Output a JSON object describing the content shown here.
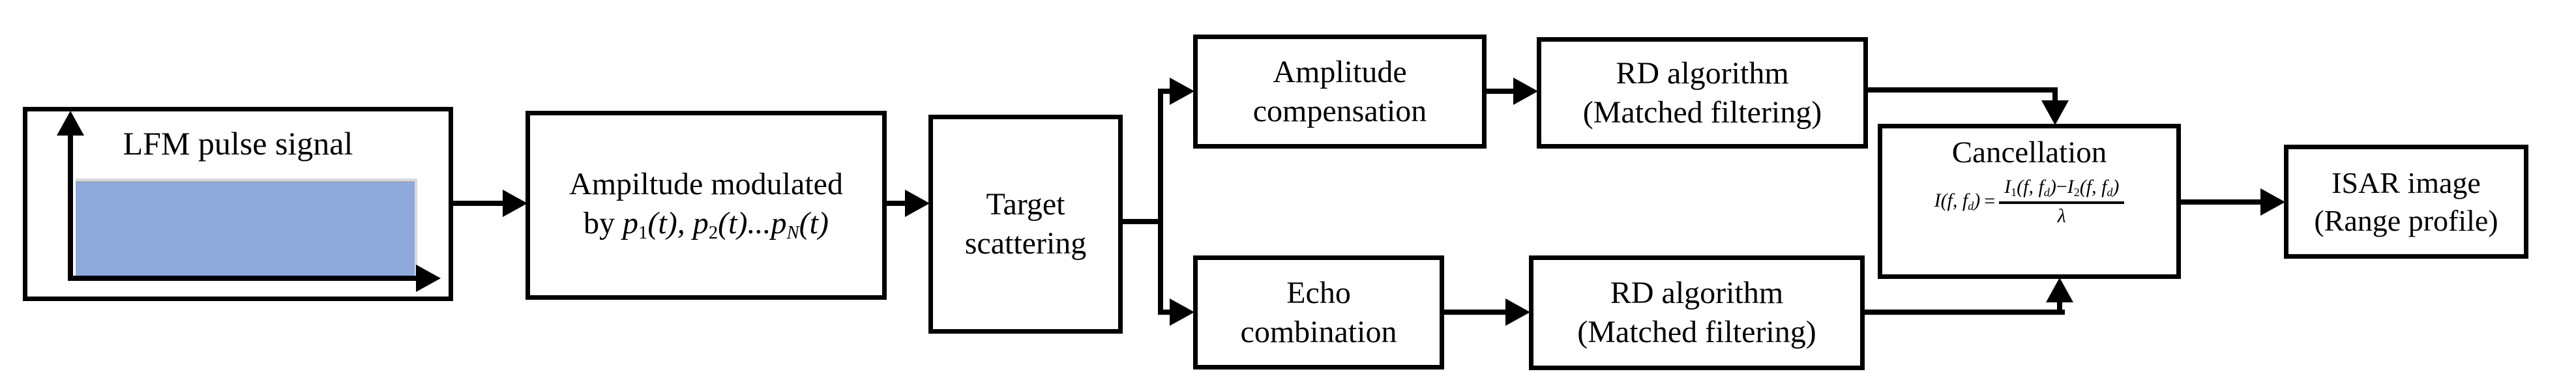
{
  "colors": {
    "background": "#FFFFFF",
    "line": "#000000",
    "pulse_fill": "#8EA9DB",
    "pulse_edge": "#D9D9D9"
  },
  "boxes": {
    "lfm": {
      "label": "LFM pulse signal"
    },
    "ampmod": {
      "line1": "Ampiltude modulated",
      "tokens": {
        "m0": "by ",
        "mp": "p",
        "m1s": "1",
        "mt1": "(t), ",
        "m2s": "2",
        "mt2": "(t)...",
        "mNs": "N",
        "mt3": "(t)"
      }
    },
    "target": {
      "line1": "Target",
      "line2": "scattering"
    },
    "ampcomp": {
      "line1": "Amplitude",
      "line2": "compensation"
    },
    "rdtop": {
      "line1": "RD algorithm",
      "line2": "(Matched filtering)"
    },
    "echo": {
      "line1": "Echo",
      "line2": "combination"
    },
    "rdbottom": {
      "line1": "RD algorithm",
      "line2": "(Matched filtering)"
    },
    "cancel": {
      "title": "Cancellation",
      "formula": {
        "lhs1": "I(f, f",
        "lhsd": "d",
        "lhs2": ")",
        "eq": "=",
        "n1": "I",
        "n1s": "1",
        "n2": "(f, f",
        "n2s": "d",
        "n3": ")",
        "minus": "−",
        "n4": "I",
        "n4s": "2",
        "n5": "(f, f",
        "n5s": "d",
        "n6": ")",
        "den": "λ"
      }
    },
    "isar": {
      "line1": "ISAR image",
      "line2": "(Range profile)"
    }
  }
}
